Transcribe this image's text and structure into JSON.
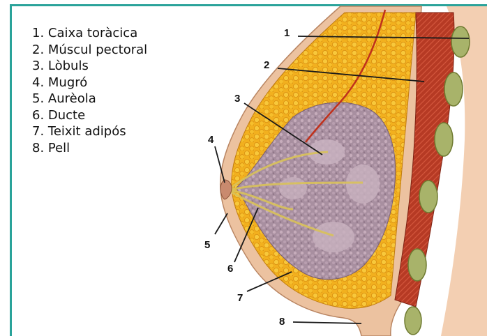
{
  "legend": {
    "items": [
      "1. Caixa toràcica",
      "2. Múscul pectoral",
      "3. Lòbuls",
      "4. Mugró",
      "5. Aurèola",
      "6. Ducte",
      "7. Teixit adipós",
      "8. Pell"
    ]
  },
  "callouts": [
    "1",
    "2",
    "3",
    "4",
    "5",
    "6",
    "7",
    "8"
  ],
  "colors": {
    "frame": "#2aa39a",
    "skin": "#f0c9a8",
    "fat": "#f2b01e",
    "muscle": "#b63a24",
    "lobules": "#a88fa0",
    "rib": "#a8b36a"
  }
}
